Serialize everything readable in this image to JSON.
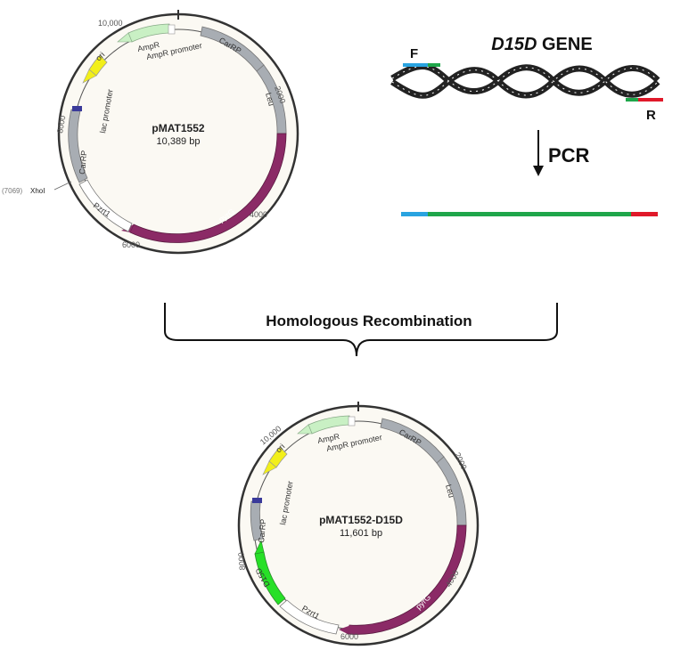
{
  "plasmid1": {
    "name": "pMAT1552",
    "size": "10,389 bp",
    "ticks": [
      "10,000",
      "2000",
      "4000",
      "6000",
      "8000"
    ],
    "features": {
      "carrp_top": "CarRP",
      "leu": "Leu",
      "pyrg": "pyrG",
      "pzrt1": "Pzrt1",
      "carrp_left": "CarRP",
      "ori": "ori",
      "ampr": "AmpR",
      "ampr_promoter": "AmpR promoter",
      "lac_promoter": "lac promoter"
    },
    "site": {
      "position": "(7069)",
      "name": "XhoI"
    }
  },
  "gene": {
    "title_italic": "D15D",
    "title_rest": " GENE",
    "primer_f": "F",
    "primer_r": "R",
    "step": "PCR"
  },
  "recombination_label": "Homologous Recombination",
  "plasmid2": {
    "name": "pMAT1552-D15D",
    "size": "11,601 bp",
    "ticks": [
      "10,000",
      "2000",
      "4000",
      "6000",
      "8000"
    ],
    "features": {
      "carrp_top": "CarRP",
      "leu": "Leu",
      "pyrg": "pyrG",
      "pzrt1": "Pzrt1",
      "d15d": "D15D",
      "carrp_left": "CarRP",
      "ori": "ori",
      "ampr": "AmpR",
      "ampr_promoter": "AmpR promoter",
      "lac_promoter": "lac promoter"
    }
  },
  "colors": {
    "backbone": "#3a3a3a",
    "plasmid_fill": "#fbf9f3",
    "carrp": "#a8adb3",
    "pyrg": "#8b2a66",
    "ori": "#f2ef1a",
    "ampr": "#c9f0c4",
    "d15d": "#27e027",
    "pzrt1": "#ffffff",
    "primer_f": "#29a3e0",
    "primer_r": "#e0192a",
    "pcr_product": "#1fa64a",
    "dna": "#222222"
  }
}
